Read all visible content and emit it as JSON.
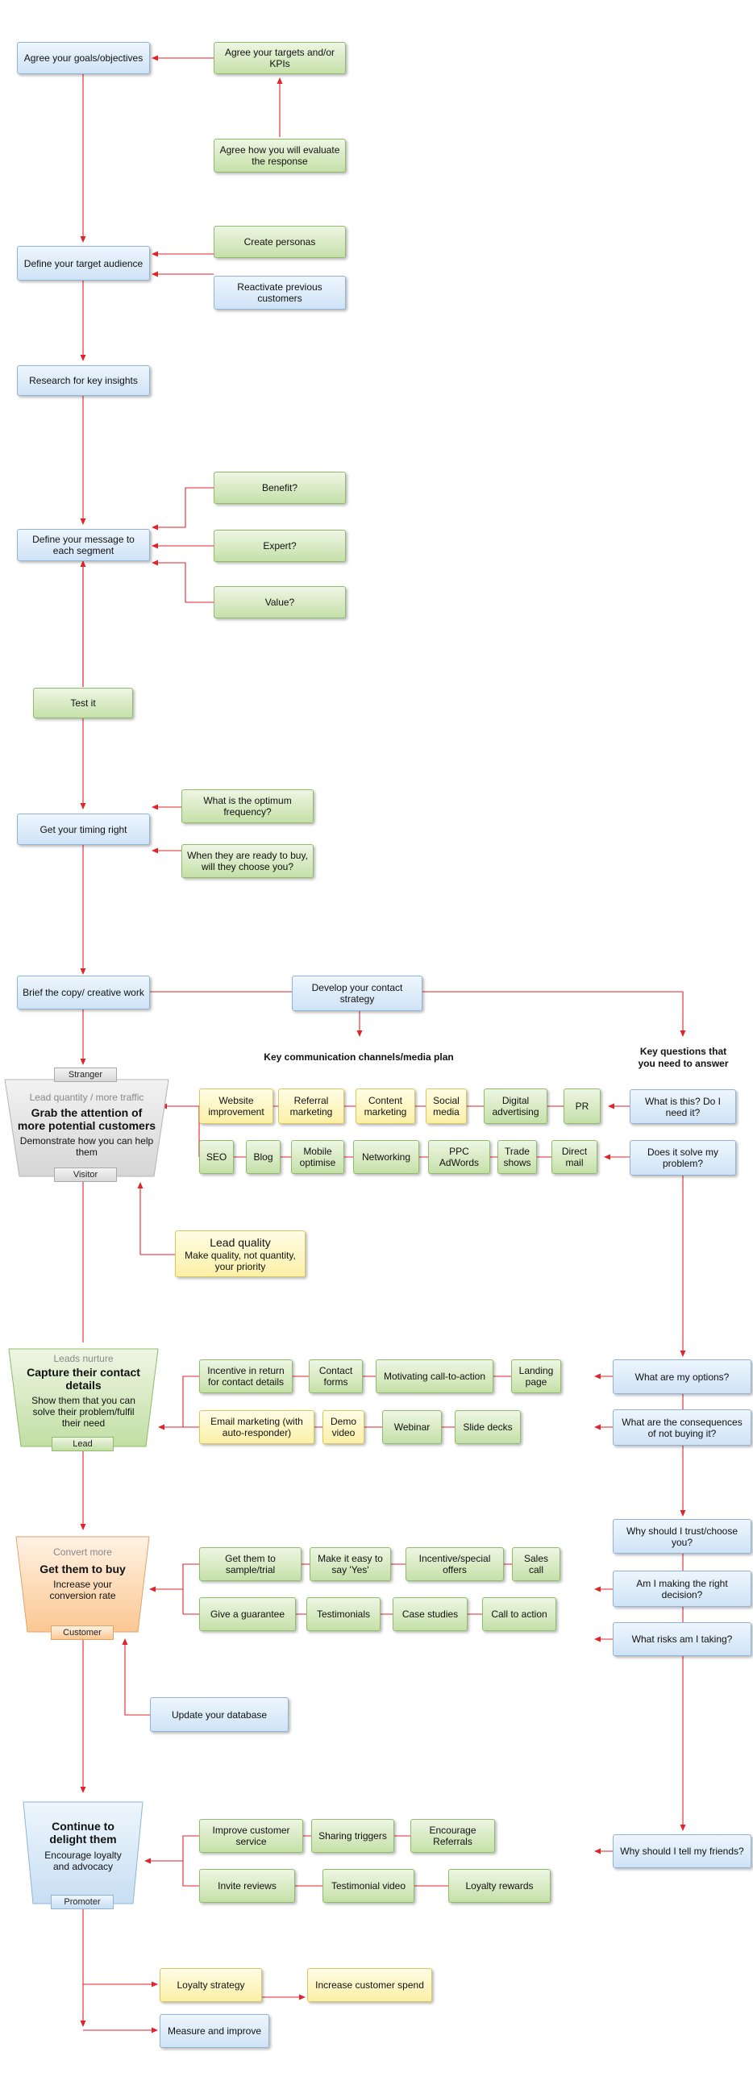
{
  "nodes": {
    "goals": "Agree your goals/objectives",
    "targets_kpis": "Agree your targets and/or KPIs",
    "evaluate": "Agree how you will evaluate the response",
    "target_audience": "Define your target audience",
    "personas": "Create personas",
    "reactivate": "Reactivate previous customers",
    "research": "Research for key insights",
    "message": "Define your message to each segment",
    "benefit": "Benefit?",
    "expert": "Expert?",
    "value": "Value?",
    "test": "Test it",
    "timing": "Get your timing right",
    "optimum_freq": "What is the optimum frequency?",
    "ready_to_buy": "When they are ready to buy, will they choose you?",
    "brief": "Brief the copy/ creative work",
    "contact_strategy": "Develop your contact strategy",
    "website": "Website improvement",
    "referral": "Referral marketing",
    "content": "Content marketing",
    "social": "Social media",
    "digital_adv": "Digital advertising",
    "pr": "PR",
    "seo": "SEO",
    "blog": "Blog",
    "mobile": "Mobile optimise",
    "networking": "Networking",
    "ppc": "PPC AdWords",
    "trade_shows": "Trade shows",
    "direct_mail": "Direct mail",
    "what_is_this": "What is this? Do I need it?",
    "solve_problem": "Does it solve my problem?",
    "incentive_return": "Incentive in return for contact details",
    "contact_forms": "Contact forms",
    "motivating_cta": "Motivating call-to-action",
    "landing_page": "Landing page",
    "email_marketing": "Email marketing (with auto-responder)",
    "demo_video": "Demo video",
    "webinar": "Webinar",
    "slide_decks": "Slide decks",
    "options": "What are my options?",
    "consequences": "What are the consequences of not buying it?",
    "sample_trial": "Get them to sample/trial",
    "say_yes": "Make it easy to say 'Yes'",
    "incentive_special": "Incentive/special offers",
    "sales_call": "Sales call",
    "guarantee": "Give a guarantee",
    "testimonials": "Testimonials",
    "case_studies": "Case studies",
    "call_to_action": "Call to action",
    "trust": "Why should I trust/choose you?",
    "right_decision": "Am I making the right decision?",
    "risks": "What risks am I taking?",
    "update_db": "Update your database",
    "improve_service": "Improve customer service",
    "sharing": "Sharing triggers",
    "encourage_ref": "Encourage Referrals",
    "invite_reviews": "Invite reviews",
    "testimonial_video": "Testimonial video",
    "loyalty_rewards": "Loyalty rewards",
    "tell_friends": "Why should I tell my friends?",
    "loyalty_strategy": "Loyalty strategy",
    "increase_spend": "Increase customer spend",
    "measure": "Measure and improve"
  },
  "lead_quality": {
    "title": "Lead quality",
    "text": "Make quality, not quantity, your priority"
  },
  "headings": {
    "channels": "Key communication channels/media plan",
    "questions": "Key questions that\nyou need to answer"
  },
  "funnels": {
    "attention": {
      "top_stage": "Stranger",
      "subtitle": "Lead quantity / more traffic",
      "title": "Grab the attention of\nmore potential customers",
      "desc": "Demonstrate how you can help\nthem",
      "bottom_stage": "Visitor"
    },
    "capture": {
      "subtitle": "Leads nurture",
      "title": "Capture their contact\ndetails",
      "desc": "Show them that you can\nsolve their problem/fulfil\ntheir need",
      "bottom_stage": "Lead"
    },
    "buy": {
      "subtitle": "Convert more",
      "title": "Get them to buy",
      "desc": "Increase your\nconversion rate",
      "bottom_stage": "Customer"
    },
    "delight": {
      "title": "Continue to\ndelight them",
      "desc": "Encourage loyalty\nand advocacy",
      "bottom_stage": "Promoter"
    }
  },
  "colors": {
    "connector": "#e0242b",
    "blue_fill": "#d5e7f8",
    "green_fill": "#cfe6b4",
    "yellow_fill": "#fcf3b0",
    "orange_fill": "#fdd6ae"
  }
}
